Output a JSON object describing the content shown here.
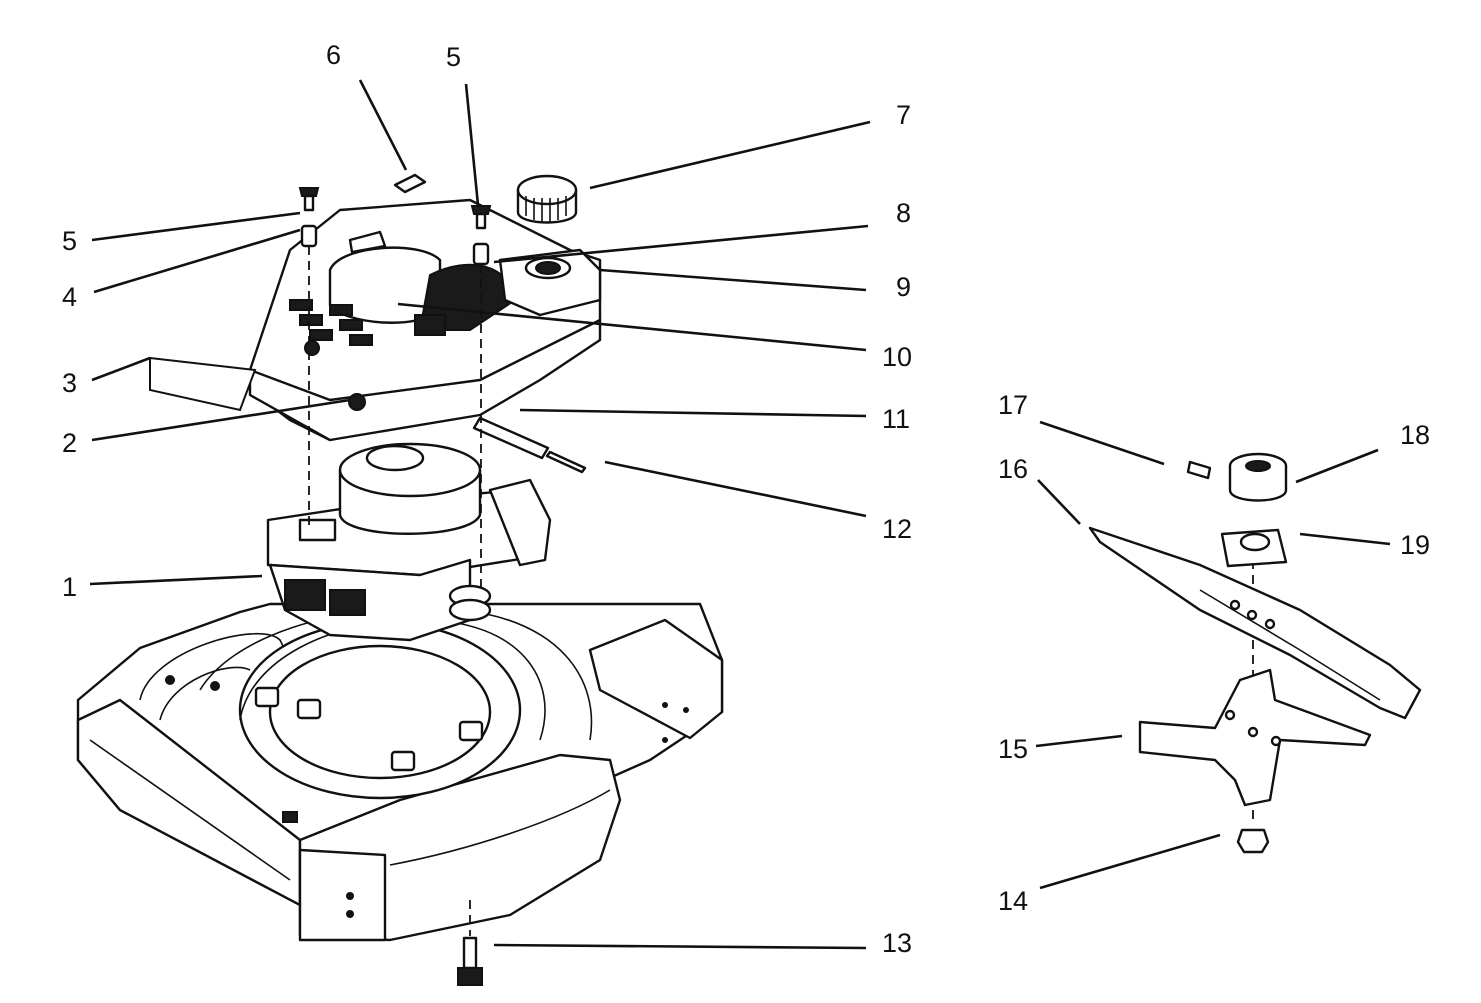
{
  "callouts": [
    {
      "id": "1",
      "label": "1"
    },
    {
      "id": "2",
      "label": "2"
    },
    {
      "id": "3",
      "label": "3"
    },
    {
      "id": "4",
      "label": "4"
    },
    {
      "id": "5a",
      "label": "5"
    },
    {
      "id": "5b",
      "label": "5"
    },
    {
      "id": "6",
      "label": "6"
    },
    {
      "id": "7",
      "label": "7"
    },
    {
      "id": "8",
      "label": "8"
    },
    {
      "id": "9",
      "label": "9"
    },
    {
      "id": "10",
      "label": "10"
    },
    {
      "id": "11",
      "label": "11"
    },
    {
      "id": "12",
      "label": "12"
    },
    {
      "id": "13",
      "label": "13"
    },
    {
      "id": "14",
      "label": "14"
    },
    {
      "id": "15",
      "label": "15"
    },
    {
      "id": "16",
      "label": "16"
    },
    {
      "id": "17",
      "label": "17"
    },
    {
      "id": "18",
      "label": "18"
    },
    {
      "id": "19",
      "label": "19"
    }
  ],
  "colors": {
    "ink": "#111111",
    "paper": "#ffffff"
  }
}
